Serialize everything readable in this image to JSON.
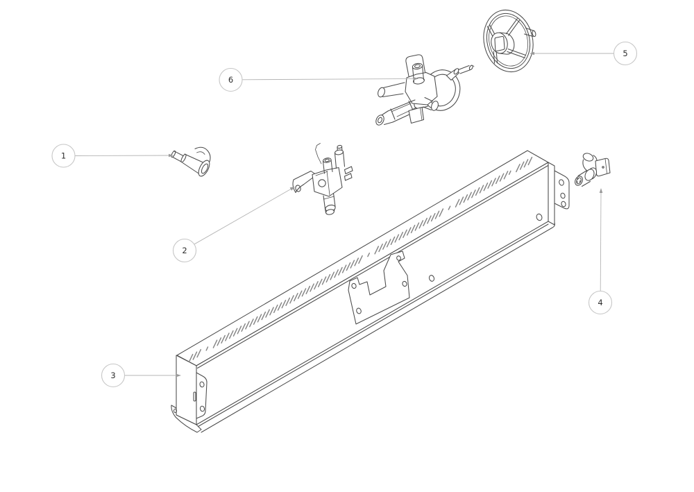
{
  "figure": {
    "background": "#ffffff",
    "colors": {
      "part_line": "#4a4a4a",
      "vent_tick": "#858585",
      "leader_line": "#b4b4b4",
      "balloon_stroke": "#c6c6c6",
      "number_text": "#2d2d2d"
    },
    "callouts": [
      {
        "number": "1",
        "part": "orifice-elbow-fitting-left"
      },
      {
        "number": "2",
        "part": "pilot-burner-valve-assembly"
      },
      {
        "number": "3",
        "part": "burner-support-channel"
      },
      {
        "number": "4",
        "part": "elbow-connector-fitting-right"
      },
      {
        "number": "5",
        "part": "control-knob"
      },
      {
        "number": "6",
        "part": "gas-valve-with-bracket"
      }
    ]
  }
}
